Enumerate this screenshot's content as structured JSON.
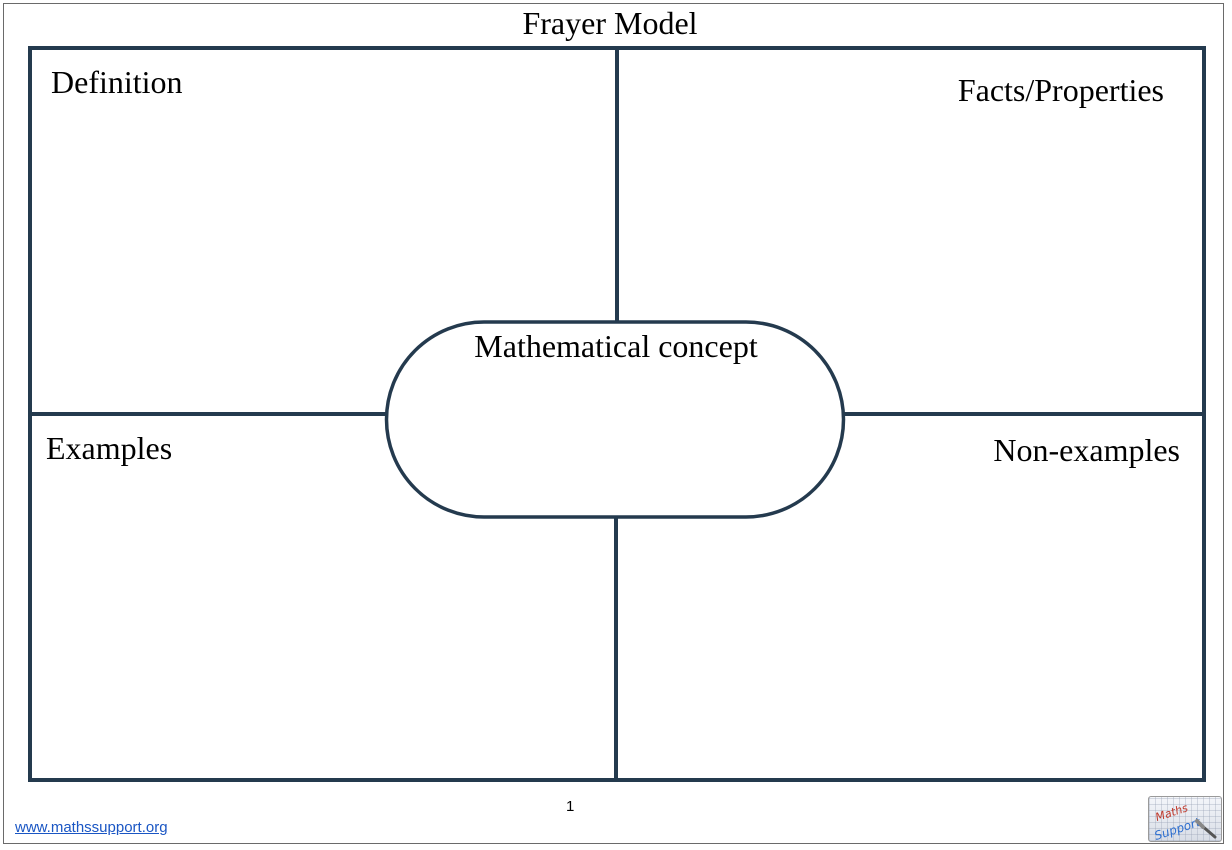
{
  "document": {
    "title": "Frayer Model",
    "quadrants": {
      "top_left": "Definition",
      "top_right": "Facts/Properties",
      "bottom_left": "Examples",
      "bottom_right": "Non-examples"
    },
    "center": "Mathematical concept"
  },
  "footer": {
    "page_number": "1",
    "link_text": "www.mathssupport.org",
    "logo_text": "Maths Support"
  },
  "colors": {
    "frame": "#243a4e",
    "link": "#1a56c4"
  }
}
